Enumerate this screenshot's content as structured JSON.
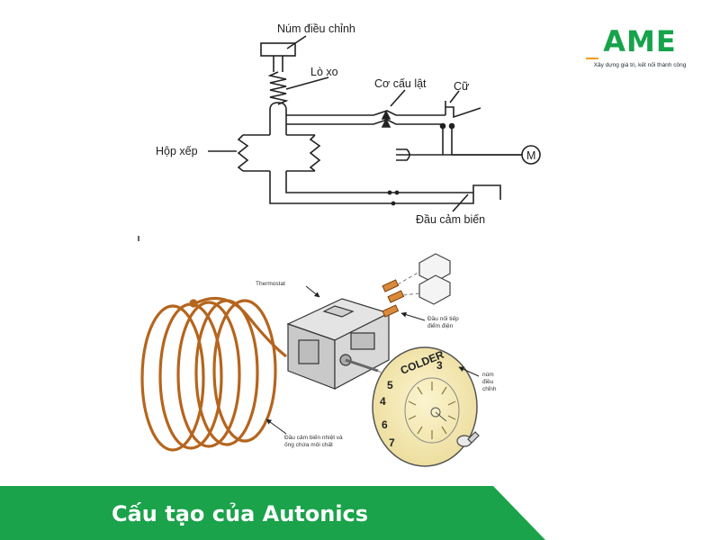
{
  "logo": {
    "text": "AME",
    "tagline": "Xây dựng giá trị, kết nối thành công",
    "color": "#16a34a"
  },
  "schematic": {
    "knob": "Núm điều chỉnh",
    "spring": "Lò xo",
    "bellows": "Hộp xếp",
    "lever": "Cơ cấu lật",
    "stop": "Cữ",
    "motor": "M",
    "sensor": "Đầu cảm biến"
  },
  "exploded": {
    "thermostat": "Thermostat",
    "terminals": [
      "Đầu nối tiếp",
      "điểm điện"
    ],
    "dial_label": [
      "núm",
      "điều",
      "chỉnh"
    ],
    "sensor_tube": [
      "Đầu cảm biến nhiệt và",
      "ống chứa môi chất"
    ],
    "dial_text": "COLDER",
    "dial_numbers": [
      "5",
      "3",
      "4",
      "6",
      "7"
    ],
    "copper_color": "#b5651d"
  },
  "banner": {
    "title": "Cấu tạo của Autonics",
    "color": "#1aa34a"
  }
}
